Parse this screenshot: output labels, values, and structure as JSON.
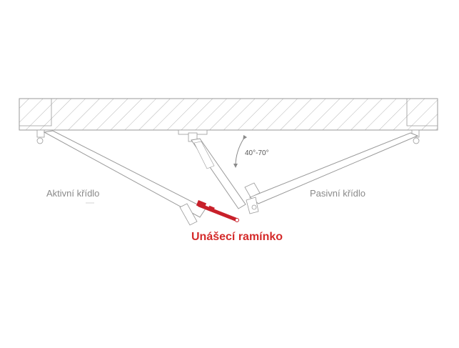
{
  "labels": {
    "active_leaf": "Aktivní křídlo",
    "passive_leaf": "Pasivní křídlo",
    "angle": "40°-70°",
    "carrier_arm": "Unášecí ramínko"
  },
  "colors": {
    "line": "#9a9a9a",
    "hatch": "#b5b5b5",
    "accent": "#c8202a",
    "text_grey": "#8a8a8a",
    "text_red": "#d42b2b"
  }
}
